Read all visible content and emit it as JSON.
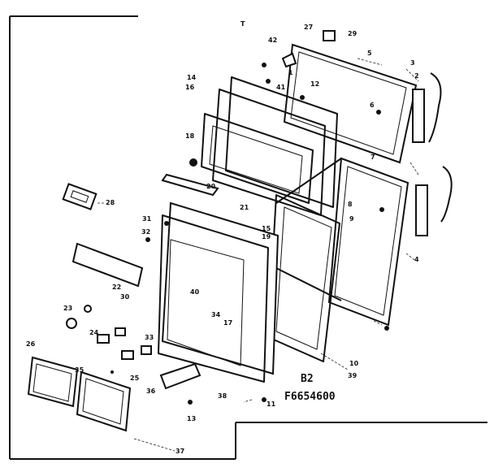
{
  "diagram": {
    "model_label": "B2",
    "part_code": "F6654600",
    "top_mark": "T",
    "callouts": [
      "1",
      "2",
      "3",
      "4",
      "5",
      "6",
      "7",
      "8",
      "9",
      "10",
      "11",
      "12",
      "13",
      "14",
      "15",
      "16",
      "17",
      "18",
      "19",
      "20",
      "21",
      "22",
      "23",
      "24",
      "25",
      "26",
      "27",
      "28",
      "29",
      "30",
      "31",
      "32",
      "33",
      "34",
      "35",
      "36",
      "37",
      "38",
      "39",
      "40",
      "41",
      "42"
    ]
  }
}
